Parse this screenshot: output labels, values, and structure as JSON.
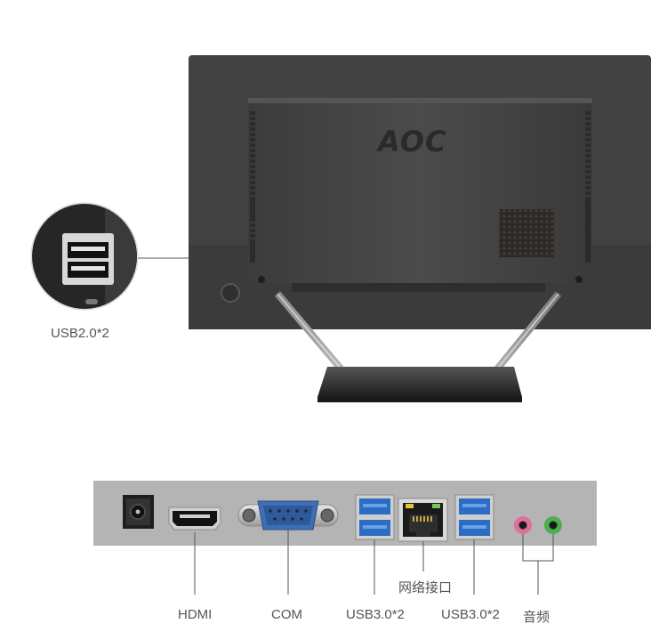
{
  "monitor": {
    "brand_logo": "AOC"
  },
  "callout": {
    "label": "USB2.0*2"
  },
  "ports": {
    "network_label": "网络接口",
    "bottom_labels": {
      "hdmi": "HDMI",
      "com": "COM",
      "usb3_left": "USB3.0*2",
      "usb3_right": "USB3.0*2",
      "audio": "音频"
    }
  },
  "colors": {
    "monitor_body": "#4a4a4a",
    "port_panel": "#b4b4b4",
    "usb3_blue": "#2b6cc4",
    "com_blue": "#3e6fb5",
    "audio_pink": "#e0709b",
    "audio_green": "#4caf50"
  }
}
